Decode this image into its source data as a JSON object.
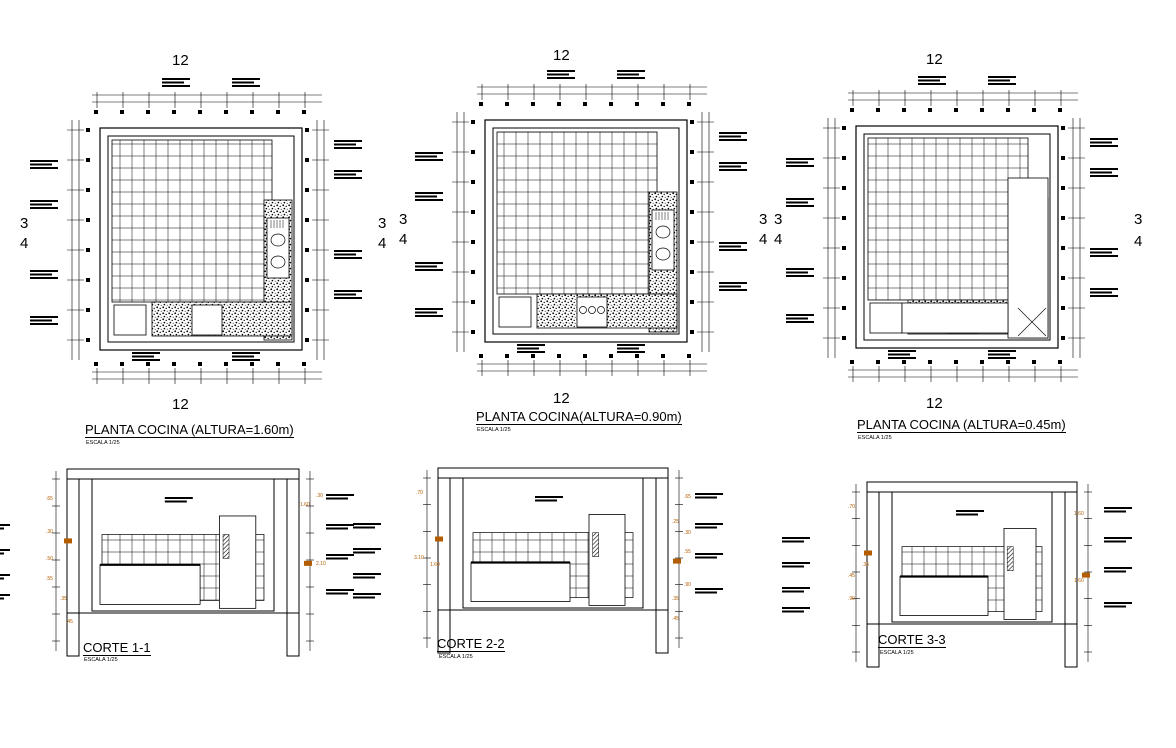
{
  "plans": [
    {
      "title": "PLANTA COCINA (ALTURA=1.60m)",
      "scale": "ESCALA 1/25",
      "axis_top": "12",
      "axis_bottom": "12",
      "axis_left": [
        "3",
        "4"
      ],
      "axis_right": [
        "3",
        "4"
      ]
    },
    {
      "title": "PLANTA COCINA(ALTURA=0.90m)",
      "scale": "ESCALA 1/25",
      "axis_top": "12",
      "axis_bottom": "12",
      "axis_left": [
        "3",
        "4"
      ],
      "axis_right": [
        "3",
        "4"
      ]
    },
    {
      "title": "PLANTA COCINA (ALTURA=0.45m)",
      "scale": "ESCALA 1/25",
      "axis_top": "12",
      "axis_bottom": "12",
      "axis_left": [
        "3",
        "4"
      ],
      "axis_right": [
        "3",
        "4"
      ]
    }
  ],
  "sections": [
    {
      "title": "CORTE 1-1",
      "scale": "ESCALA 1/25",
      "dims_left": [
        ".65",
        ".30",
        ".50",
        ".55",
        ".35",
        ".45"
      ],
      "dims_right": [
        ".30",
        "1.60",
        "2.10"
      ]
    },
    {
      "title": "CORTE 2-2",
      "scale": "ESCALA 1/25",
      "dims_left": [
        ".70",
        "1.60",
        "3.10"
      ],
      "dims_right": [
        ".65",
        ".25",
        ".30",
        ".55",
        ".90",
        ".35",
        ".45"
      ]
    },
    {
      "title": "CORTE 3-3",
      "scale": "ESCALA 1/25",
      "dims_left": [
        ".70",
        ".35",
        ".45",
        ".90"
      ],
      "dims_right": [
        "1.60",
        "1.60"
      ]
    }
  ]
}
